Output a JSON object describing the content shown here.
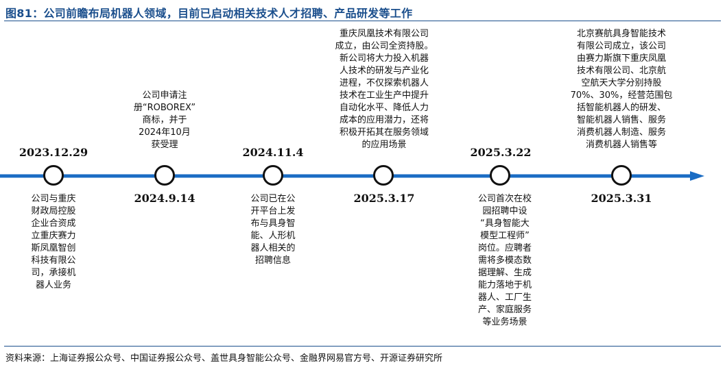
{
  "figure": {
    "title": "图81：公司前瞻布局机器人领域，目前已启动相关技术人才招聘、产品研发等工作",
    "source": "资料来源：上海证券报公众号、中国证券报公众号、盖世具身智能公众号、金融界网易官方号、开源证券研究所"
  },
  "timeline": {
    "accent_color": "#1a6cc4",
    "events": [
      {
        "date": "2023.12.29",
        "description": "公司与重庆\n财政局控股\n企业合资成\n立重庆赛力\n斯凤凰智创\n科技有限公\n司，承接机\n器人业务"
      },
      {
        "date": "2024.9.14",
        "description": "公司申请注\n册“ROBOREX”\n商标，并于\n2024年10月\n获受理"
      },
      {
        "date": "2024.11.4",
        "description": "公司已在公\n开平台上发\n布与具身智\n能、人形机\n器人相关的\n招聘信息"
      },
      {
        "date": "2025.3.17",
        "description": "重庆凤凰技术有限公司\n成立，由公司全资持股。\n新公司将大力投入机器\n人技术的研发与产业化\n进程，不仅探索机器人\n技术在工业生产中提升\n自动化水平、降低人力\n成本的应用潜力，还将\n积极开拓其在服务领域\n的应用场景"
      },
      {
        "date": "2025.3.22",
        "description": "公司首次在校\n园招聘中设\n“具身智能大\n模型工程师”\n岗位。应聘者\n需将多模态数\n据理解、生成\n能力落地于机\n器人、工厂生\n产、家庭服务\n等业务场景"
      },
      {
        "date": "2025.3.31",
        "description": "北京赛航具身智能技术\n有限公司成立，该公司\n由赛力斯旗下重庆凤凰\n技术有限公司、北京航\n空航天大学分别持股\n70%、30%，经营范围包\n括智能机器人的研发、\n智能机器人销售、服务\n消费机器人制造、服务\n消费机器人销售等"
      }
    ]
  }
}
